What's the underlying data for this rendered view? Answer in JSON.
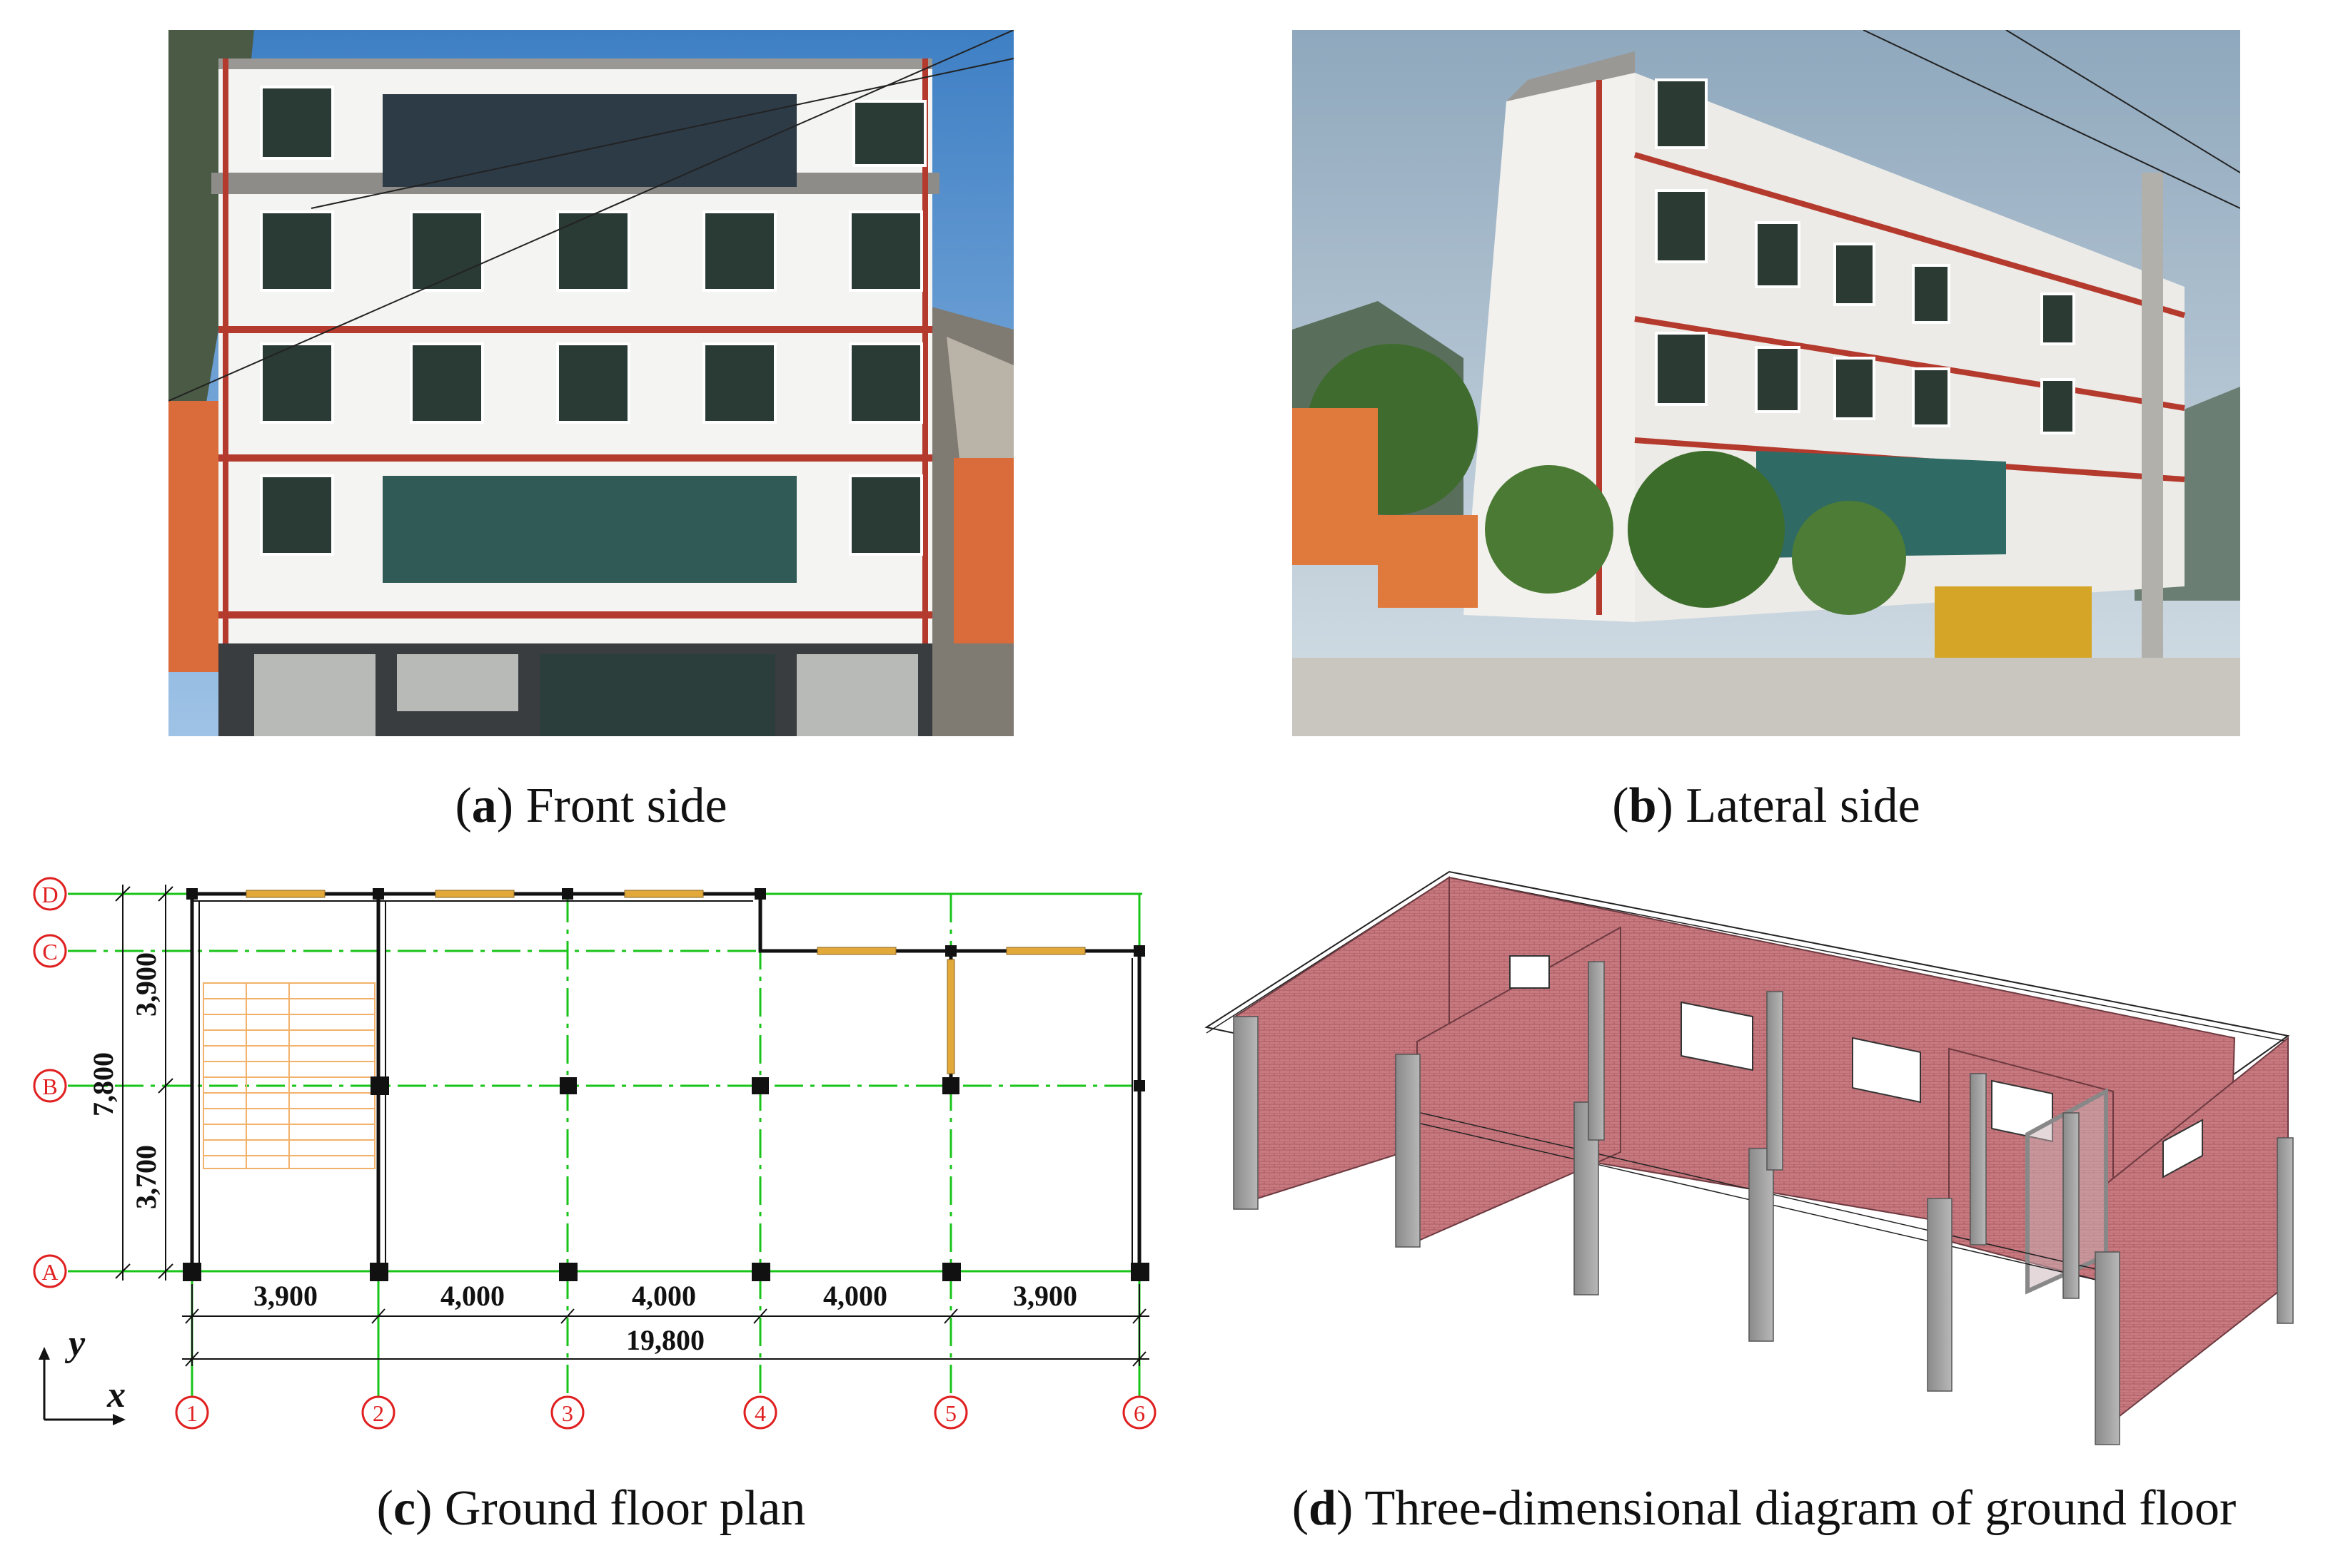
{
  "panels": [
    {
      "letter": "a",
      "label": "Front side"
    },
    {
      "letter": "b",
      "label": "Lateral side"
    },
    {
      "letter": "c",
      "label": "Ground floor plan"
    },
    {
      "letter": "d",
      "label": "Three-dimensional diagram of ground floor"
    }
  ],
  "plan": {
    "row_axes": [
      "D",
      "C",
      "B",
      "A"
    ],
    "col_axes": [
      "1",
      "2",
      "3",
      "4",
      "5",
      "6"
    ],
    "bay_dims": [
      "3,900",
      "4,000",
      "4,000",
      "4,000",
      "3,900"
    ],
    "total_length": "19,800",
    "depth_dims": [
      "3,900",
      "3,700"
    ],
    "total_depth": "7,800",
    "axis_x": "x",
    "axis_y": "y"
  },
  "colors": {
    "grid_line": "#19c419",
    "axis_bubble": "#e02020",
    "column": "#111111",
    "window": "#e2a93a",
    "stair": "#f2b26b",
    "brick": "#c97a80",
    "sky": "#bcd3e6"
  }
}
